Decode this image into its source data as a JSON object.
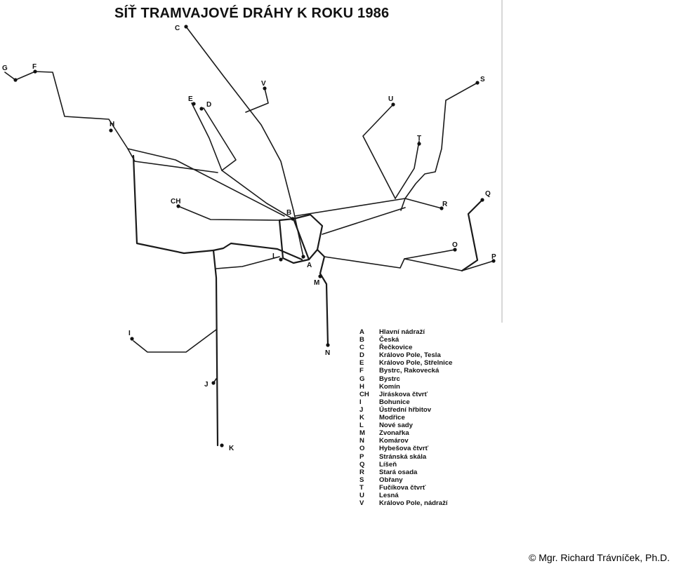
{
  "title": "SÍŤ TRAMVAJOVÉ DRÁHY K ROKU 1986",
  "copyright": "© Mgr. Richard Trávníček, Ph.D.",
  "colors": {
    "lines": "#1a1a1a",
    "background": "#ffffff",
    "text": "#111111"
  },
  "stops": [
    {
      "code": "A",
      "name": "Hlavní nádraží"
    },
    {
      "code": "B",
      "name": "Česká"
    },
    {
      "code": "C",
      "name": "Řečkovice"
    },
    {
      "code": "D",
      "name": "Královo Pole, Tesla"
    },
    {
      "code": "E",
      "name": "Královo Pole, Střelnice"
    },
    {
      "code": "F",
      "name": "Bystrc, Rakovecká"
    },
    {
      "code": "G",
      "name": "Bystrc"
    },
    {
      "code": "H",
      "name": "Komín"
    },
    {
      "code": "CH",
      "name": "Jiráskova čtvrť"
    },
    {
      "code": "I",
      "name": "Bohunice"
    },
    {
      "code": "J",
      "name": "Ústřední hřbitov"
    },
    {
      "code": "K",
      "name": "Modřice"
    },
    {
      "code": "L",
      "name": "Nové sady"
    },
    {
      "code": "M",
      "name": "Zvonařka"
    },
    {
      "code": "N",
      "name": "Komárov"
    },
    {
      "code": "O",
      "name": "Hybešova čtvrť"
    },
    {
      "code": "P",
      "name": "Stránská skála"
    },
    {
      "code": "Q",
      "name": "Líšeň"
    },
    {
      "code": "R",
      "name": "Stará osada"
    },
    {
      "code": "S",
      "name": "Obřany"
    },
    {
      "code": "T",
      "name": "Fučíkova čtvrť"
    },
    {
      "code": "U",
      "name": "Lesná"
    },
    {
      "code": "V",
      "name": "Královo Pole, nádraží"
    }
  ]
}
